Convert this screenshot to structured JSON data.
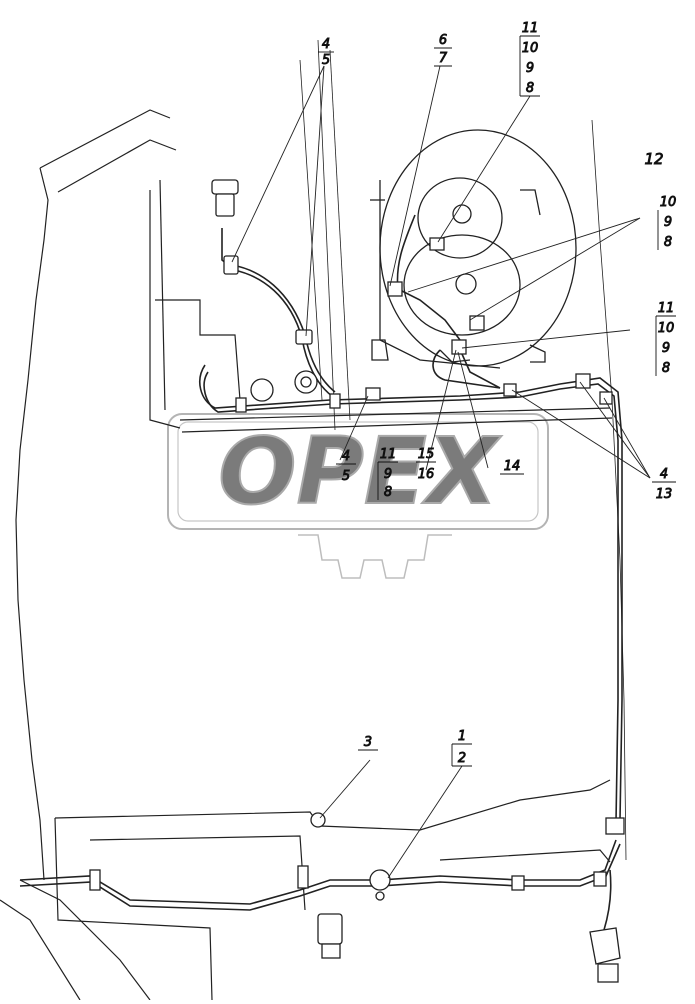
{
  "diagram": {
    "watermark": "OPEX",
    "callouts": {
      "c4_top": "4",
      "c5_top": "5",
      "c6": "6",
      "c7": "7",
      "c11_top": "11",
      "c10_top": "10",
      "c9_top": "9",
      "c8_top": "8",
      "c12": "12",
      "c10_r": "10",
      "c9_r": "9",
      "c8_r": "8",
      "c11_r2": "11",
      "c10_r2": "10",
      "c9_r2": "9",
      "c8_r2": "8",
      "c4_r": "4",
      "c13_r": "13",
      "c14": "14",
      "c4_mid": "4",
      "c5_mid": "5",
      "c11_mid": "11",
      "c9_mid": "9",
      "c8_mid": "8",
      "c15": "15",
      "c16": "16",
      "c3": "3",
      "c1": "1",
      "c2": "2"
    }
  }
}
